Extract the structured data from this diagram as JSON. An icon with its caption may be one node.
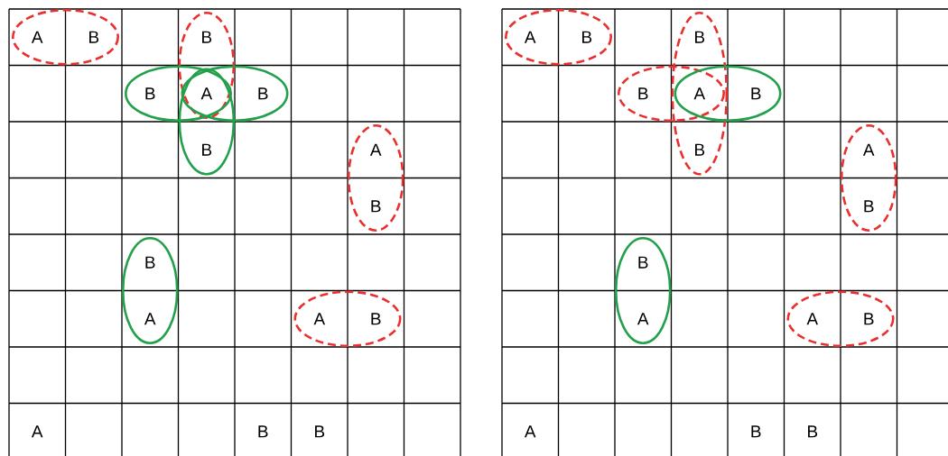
{
  "diagram": {
    "labels": [
      "A",
      "B",
      "B",
      "B",
      "A",
      "B",
      "B",
      "A",
      "B",
      "B",
      "A",
      "A",
      "B",
      "A",
      "B",
      "B",
      "A",
      "B",
      "B",
      "B",
      "A",
      "B",
      "B",
      "A",
      "B",
      "B",
      "A",
      "A",
      "B",
      "A",
      "B",
      "B"
    ]
  }
}
